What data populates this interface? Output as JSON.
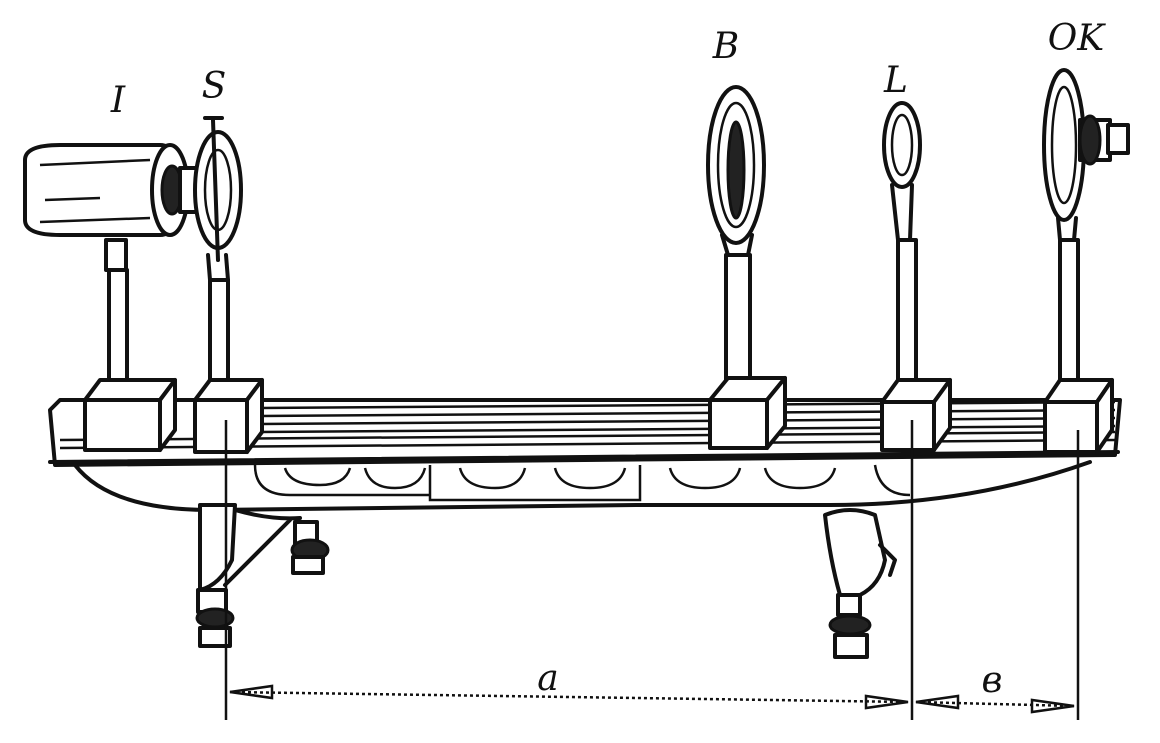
{
  "labels": {
    "lamp": "I",
    "slit": "S",
    "bipism": "B",
    "lens": "L",
    "eyepiece": "OK",
    "dist_a": "a",
    "dist_b": "в"
  }
}
